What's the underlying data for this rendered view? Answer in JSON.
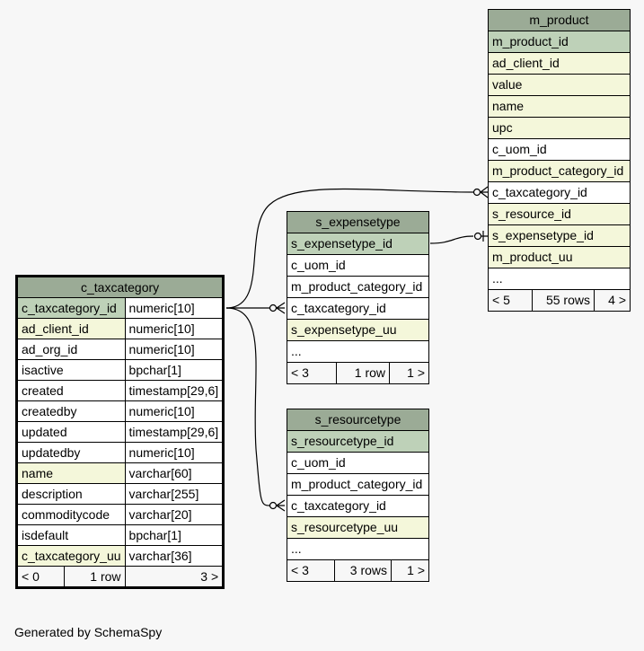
{
  "tables": {
    "m_product": {
      "name": "m_product",
      "rows": [
        "m_product_id",
        "ad_client_id",
        "value",
        "name",
        "upc",
        "c_uom_id",
        "m_product_category_id",
        "c_taxcategory_id",
        "s_resource_id",
        "s_expensetype_id",
        "m_product_uu",
        "..."
      ],
      "footer": {
        "prev": "< 5",
        "rows": "55 rows",
        "next": "4 >"
      }
    },
    "s_expensetype": {
      "name": "s_expensetype",
      "rows": [
        "s_expensetype_id",
        "c_uom_id",
        "m_product_category_id",
        "c_taxcategory_id",
        "s_expensetype_uu",
        "..."
      ],
      "footer": {
        "prev": "< 3",
        "rows": "1 row",
        "next": "1 >"
      }
    },
    "s_resourcetype": {
      "name": "s_resourcetype",
      "rows": [
        "s_resourcetype_id",
        "c_uom_id",
        "m_product_category_id",
        "c_taxcategory_id",
        "s_resourcetype_uu",
        "..."
      ],
      "footer": {
        "prev": "< 3",
        "rows": "3 rows",
        "next": "1 >"
      }
    },
    "c_taxcategory": {
      "name": "c_taxcategory",
      "columns": [
        {
          "name": "c_taxcategory_id",
          "type": "numeric[10]"
        },
        {
          "name": "ad_client_id",
          "type": "numeric[10]"
        },
        {
          "name": "ad_org_id",
          "type": "numeric[10]"
        },
        {
          "name": "isactive",
          "type": "bpchar[1]"
        },
        {
          "name": "created",
          "type": "timestamp[29,6]"
        },
        {
          "name": "createdby",
          "type": "numeric[10]"
        },
        {
          "name": "updated",
          "type": "timestamp[29,6]"
        },
        {
          "name": "updatedby",
          "type": "numeric[10]"
        },
        {
          "name": "name",
          "type": "varchar[60]"
        },
        {
          "name": "description",
          "type": "varchar[255]"
        },
        {
          "name": "commoditycode",
          "type": "varchar[20]"
        },
        {
          "name": "isdefault",
          "type": "bpchar[1]"
        },
        {
          "name": "c_taxcategory_uu",
          "type": "varchar[36]"
        }
      ],
      "footer": {
        "prev": "< 0",
        "rows": "1 row",
        "next": "3 >"
      }
    }
  },
  "footer_text": "Generated by SchemaSpy"
}
